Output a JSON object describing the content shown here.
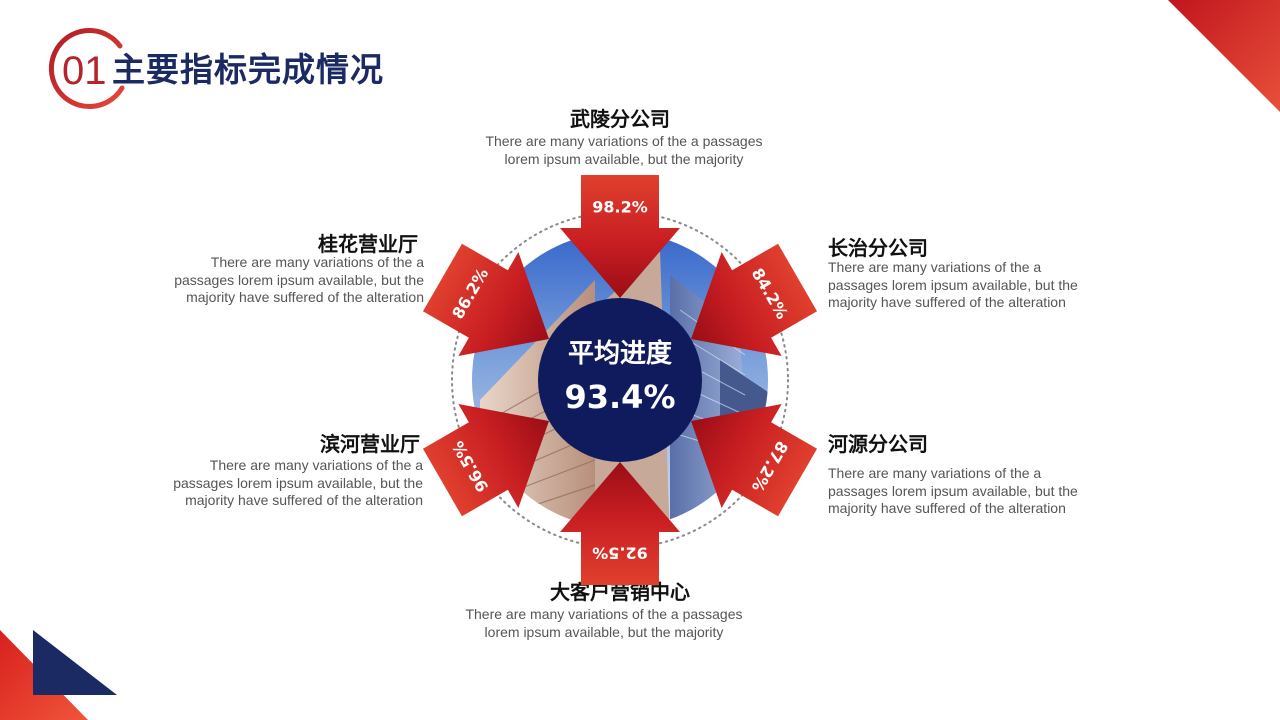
{
  "header": {
    "number": "01",
    "title": "主要指标完成情况"
  },
  "center": {
    "title": "平均进度",
    "value": "93.4%"
  },
  "branches": [
    {
      "name": "武陵分公司",
      "percent": "98.2%",
      "desc": "There are many variations of the a passages lorem ipsum available, but the majority"
    },
    {
      "name": "长治分公司",
      "percent": "84.2%",
      "desc": "There are many variations of the a passages lorem ipsum available, but the majority have suffered  of the alteration"
    },
    {
      "name": "河源分公司",
      "percent": "87.2%",
      "desc": "There are many variations of the a passages lorem ipsum available, but the majority have suffered  of the alteration"
    },
    {
      "name": "大客户营销中心",
      "percent": "92.5%",
      "desc": "There are many variations of the a passages lorem ipsum available, but the majority"
    },
    {
      "name": "滨河营业厅",
      "percent": "96.5%",
      "desc": "There are many variations of the a passages lorem ipsum available, but the majority have suffered  of the alteration"
    },
    {
      "name": "桂花营业厅",
      "percent": "86.2%",
      "desc": "There are many variations of the a passages lorem ipsum available, but the majority have suffered  of the alteration"
    }
  ],
  "colors": {
    "accent": "#d9302c",
    "accent_dark": "#a5121a",
    "navy": "#0f1b5c",
    "title": "#1b2a63"
  }
}
